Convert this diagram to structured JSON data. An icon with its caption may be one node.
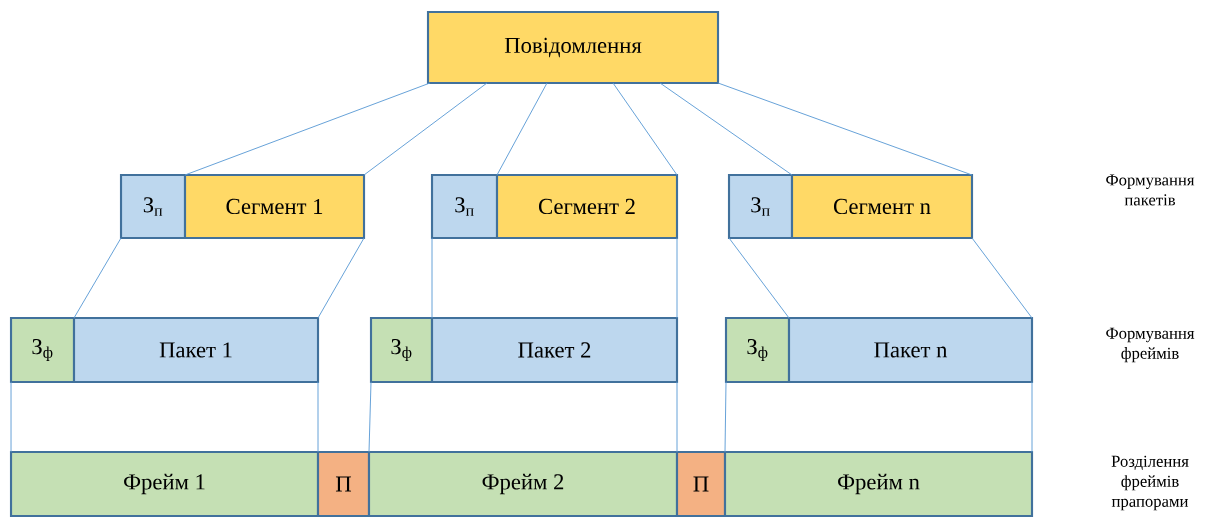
{
  "diagram": {
    "nodes": [
      {
        "text": [
          "Повідомлення"
        ]
      },
      {
        "text": [
          "З$_{п}$"
        ]
      },
      {
        "text": [
          "Сегмент 1"
        ]
      },
      {
        "text": [
          "З$_{п}$"
        ]
      },
      {
        "text": [
          "Сегмент 2"
        ]
      },
      {
        "text": [
          "З$_{п}$"
        ]
      },
      {
        "text": [
          "Сегмент n"
        ]
      },
      {
        "text": [
          "З$_{ф}$"
        ]
      },
      {
        "text": [
          "Пакет 1"
        ]
      },
      {
        "text": [
          "З$_{ф}$"
        ]
      },
      {
        "text": [
          "Пакет 2"
        ]
      },
      {
        "text": [
          "З$_{ф}$"
        ]
      },
      {
        "text": [
          "Пакет n"
        ]
      },
      {
        "text": [
          "Фрейм 1"
        ]
      },
      {
        "text": [
          "П"
        ]
      },
      {
        "text": [
          "Фрейм 2"
        ]
      },
      {
        "text": [
          "П"
        ]
      },
      {
        "text": [
          "Фрейм n"
        ]
      }
    ],
    "edges": [
      {
        "from": 0,
        "to": 2,
        "arrow": "none"
      },
      {
        "from": 0,
        "to": 2,
        "arrow": "none"
      },
      {
        "from": 0,
        "to": 4,
        "arrow": "none"
      },
      {
        "from": 0,
        "to": 4,
        "arrow": "none"
      },
      {
        "from": 0,
        "to": 6,
        "arrow": "none"
      },
      {
        "from": 0,
        "to": 6,
        "arrow": "none"
      },
      {
        "from": 1,
        "to": 8,
        "arrow": "none"
      },
      {
        "from": 2,
        "to": 8,
        "arrow": "none"
      },
      {
        "from": 3,
        "to": 10,
        "arrow": "none"
      },
      {
        "from": 4,
        "to": 10,
        "arrow": "none"
      },
      {
        "from": 5,
        "to": 12,
        "arrow": "none"
      },
      {
        "from": 6,
        "to": 12,
        "arrow": "none"
      },
      {
        "from": 7,
        "to": 13,
        "arrow": "none"
      },
      {
        "from": 8,
        "to": 13,
        "arrow": "none"
      },
      {
        "from": 9,
        "to": 15,
        "arrow": "none"
      },
      {
        "from": 10,
        "to": 15,
        "arrow": "none"
      },
      {
        "from": 11,
        "to": 17,
        "arrow": "none"
      },
      {
        "from": 12,
        "to": 17,
        "arrow": "none"
      }
    ],
    "labels": [
      "Формування пакетів",
      "Формування фреймів",
      "Розділення фреймів прапорами"
    ]
  }
}
